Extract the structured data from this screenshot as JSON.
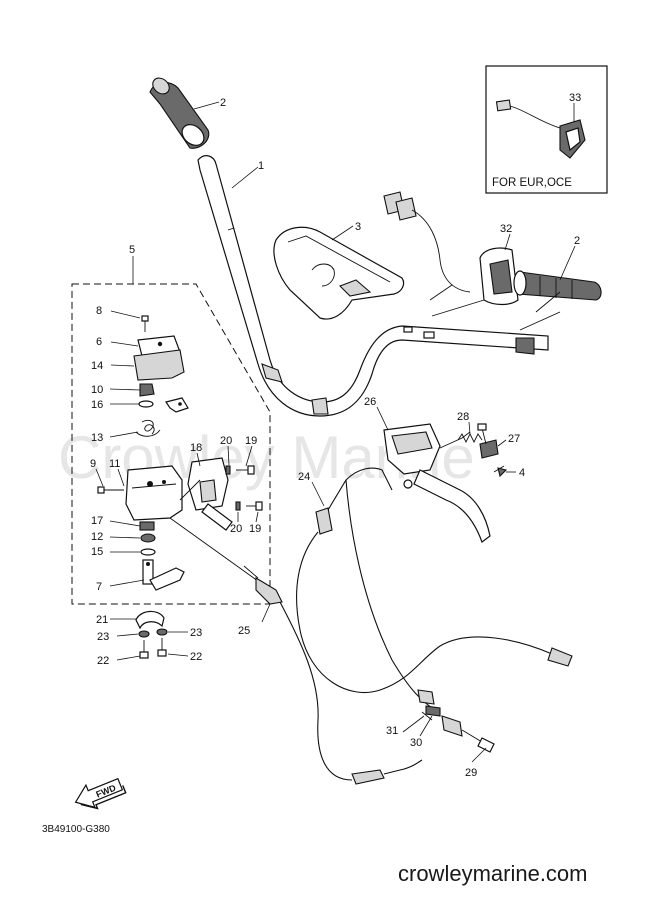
{
  "watermark": "Crowley Marine",
  "inset_caption": "FOR EUR,OCE",
  "diagram_code": "3B49100-G380",
  "website": "crowleymarine.com",
  "fwd_label": "FWD",
  "callouts": {
    "c1": "1",
    "c2a": "2",
    "c2b": "2",
    "c3": "3",
    "c4": "4",
    "c5": "5",
    "c6": "6",
    "c7": "7",
    "c8": "8",
    "c9": "9",
    "c10": "10",
    "c11": "11",
    "c12": "12",
    "c13": "13",
    "c14": "14",
    "c15": "15",
    "c16": "16",
    "c17": "17",
    "c18": "18",
    "c19a": "19",
    "c19b": "19",
    "c20a": "20",
    "c20b": "20",
    "c21": "21",
    "c22a": "22",
    "c22b": "22",
    "c23a": "23",
    "c23b": "23",
    "c24": "24",
    "c25": "25",
    "c26": "26",
    "c27": "27",
    "c28": "28",
    "c29": "29",
    "c30": "30",
    "c31": "31",
    "c32": "32",
    "c33": "33"
  }
}
